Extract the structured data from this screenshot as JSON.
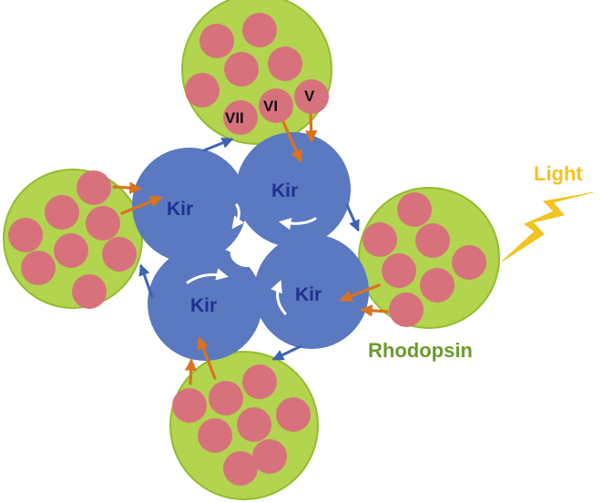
{
  "labels": {
    "kir": "Kir",
    "light": "Light",
    "rhodopsin": "Rhodopsin",
    "helix_v": "V",
    "helix_vi": "VI",
    "helix_vii": "VII"
  },
  "colors": {
    "rhodopsin_fill": "#b2d44e",
    "rhodopsin_stroke": "#93bd2e",
    "helix_fill": "#d7727c",
    "kir_fill": "#5a79c0",
    "kir_stroke": "#4a68b0",
    "blue_arrow": "#3d64b3",
    "orange_arrow": "#d9731e",
    "light_color": "#f3c320",
    "rhodopsin_text": "#6c9a2c"
  }
}
